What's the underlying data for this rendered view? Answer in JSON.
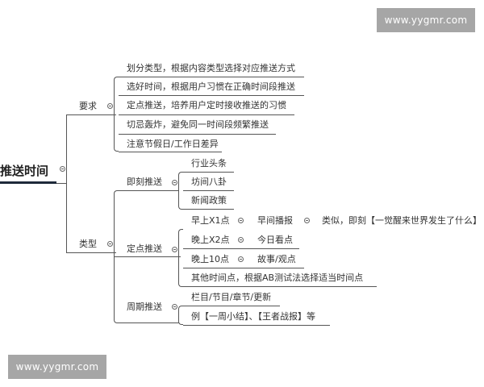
{
  "watermarks": {
    "top_right": "www.yygmr.com",
    "bottom_left": "www.yygmr.com"
  },
  "mindmap": {
    "root": "推送时间",
    "branches": [
      {
        "label": "要求",
        "children": [
          "划分类型，根据内容类型选择对应推送方式",
          "选好时间，根据用户习惯在正确时间段推送",
          "定点推送，培养用户定时接收推送的习惯",
          "切忌轰炸，避免同一时间段频繁推送",
          "注意节假日/工作日差异"
        ]
      },
      {
        "label": "类型",
        "children": [
          {
            "label": "即刻推送",
            "children": [
              "行业头条",
              "坊间八卦",
              "新闻政策"
            ]
          },
          {
            "label": "定点推送",
            "children": [
              {
                "label": "早上X1点",
                "child": "早间播报",
                "grandchild": "类似，即刻【一觉醒来世界发生了什么】"
              },
              {
                "label": "晚上X2点",
                "child": "今日看点"
              },
              {
                "label": "晚上10点",
                "child": "故事/观点"
              },
              {
                "label": "其他时间点，根据AB测试法选择适当时间点"
              }
            ]
          },
          {
            "label": "周期推送",
            "children": [
              "栏目/节目/章节/更新",
              "例【一周小结】、【王者战报】等"
            ]
          }
        ]
      }
    ]
  }
}
